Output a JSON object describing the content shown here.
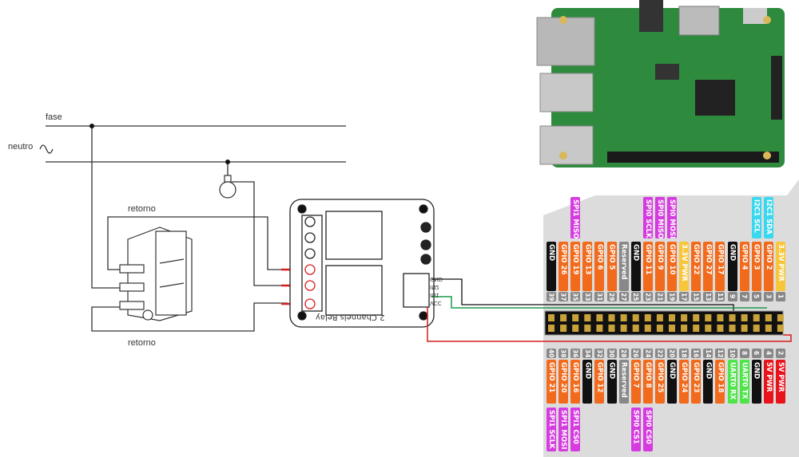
{
  "circuit": {
    "fase_label": "fase",
    "neutro_label": "neutro",
    "retorno_top_label": "retorno",
    "retorno_bottom_label": "retorno"
  },
  "relay": {
    "title": "2 Channels Relay",
    "pins": [
      "GND",
      "IN2",
      "IN1",
      "VCC"
    ]
  },
  "wire_colors": {
    "gnd": "#111111",
    "signal": "#1a9a4a",
    "vcc": "#d61f1f"
  },
  "pin_colors": {
    "gpio": "#f26a1b",
    "gnd": "#111111",
    "reserved": "#888888",
    "3v3": "#f8c63a",
    "5v": "#e8141b",
    "uart": "#4ee44a",
    "spi": "#d63be0",
    "i2c": "#3ad8ef"
  },
  "header_top": [
    {
      "num": "39",
      "label": "GND",
      "type": "gnd"
    },
    {
      "num": "37",
      "label": "GPIO 26",
      "type": "gpio"
    },
    {
      "num": "35",
      "label": "GPIO 19",
      "type": "gpio",
      "alt": "SPI1 MISO",
      "alt_type": "spi"
    },
    {
      "num": "33",
      "label": "GPIO 13",
      "type": "gpio"
    },
    {
      "num": "31",
      "label": "GPIO 6",
      "type": "gpio"
    },
    {
      "num": "29",
      "label": "GPIO 5",
      "type": "gpio"
    },
    {
      "num": "27",
      "label": "Reserved",
      "type": "reserved"
    },
    {
      "num": "25",
      "label": "GND",
      "type": "gnd"
    },
    {
      "num": "23",
      "label": "GPIO 11",
      "type": "gpio",
      "alt": "SPI0 SCLK",
      "alt_type": "spi"
    },
    {
      "num": "21",
      "label": "GPIO 9",
      "type": "gpio",
      "alt": "SPI0 MISO",
      "alt_type": "spi"
    },
    {
      "num": "19",
      "label": "GPIO 10",
      "type": "gpio",
      "alt": "SPI0 MOSI",
      "alt_type": "spi"
    },
    {
      "num": "17",
      "label": "3.3V PWR",
      "type": "3v3"
    },
    {
      "num": "15",
      "label": "GPIO 22",
      "type": "gpio"
    },
    {
      "num": "13",
      "label": "GPIO 27",
      "type": "gpio"
    },
    {
      "num": "11",
      "label": "GPIO 17",
      "type": "gpio"
    },
    {
      "num": "9",
      "label": "GND",
      "type": "gnd"
    },
    {
      "num": "7",
      "label": "GPIO 4",
      "type": "gpio"
    },
    {
      "num": "5",
      "label": "GPIO 3",
      "type": "gpio",
      "alt": "I2C1 SCL",
      "alt_type": "i2c"
    },
    {
      "num": "3",
      "label": "GPIO 2",
      "type": "gpio",
      "alt": "I2C1 SDA",
      "alt_type": "i2c"
    },
    {
      "num": "1",
      "label": "3.3V PWR",
      "type": "3v3"
    }
  ],
  "header_bottom": [
    {
      "num": "40",
      "label": "GPIO 21",
      "type": "gpio",
      "alt": "SPI1 SCLK",
      "alt_type": "spi"
    },
    {
      "num": "38",
      "label": "GPIO 20",
      "type": "gpio",
      "alt": "SPI1 MOSI",
      "alt_type": "spi"
    },
    {
      "num": "36",
      "label": "GPIO 16",
      "type": "gpio",
      "alt": "SPI1 CS0",
      "alt_type": "spi"
    },
    {
      "num": "34",
      "label": "GND",
      "type": "gnd"
    },
    {
      "num": "32",
      "label": "GPIO 12",
      "type": "gpio"
    },
    {
      "num": "30",
      "label": "GND",
      "type": "gnd"
    },
    {
      "num": "28",
      "label": "Reserved",
      "type": "reserved"
    },
    {
      "num": "26",
      "label": "GPIO 7",
      "type": "gpio",
      "alt": "SPI0 CS1",
      "alt_type": "spi"
    },
    {
      "num": "24",
      "label": "GPIO 8",
      "type": "gpio",
      "alt": "SPI0 CS0",
      "alt_type": "spi"
    },
    {
      "num": "22",
      "label": "GPIO 25",
      "type": "gpio"
    },
    {
      "num": "20",
      "label": "GND",
      "type": "gnd"
    },
    {
      "num": "18",
      "label": "GPIO 24",
      "type": "gpio"
    },
    {
      "num": "16",
      "label": "GPIO 23",
      "type": "gpio"
    },
    {
      "num": "14",
      "label": "GND",
      "type": "gnd"
    },
    {
      "num": "12",
      "label": "GPIO 18",
      "type": "gpio"
    },
    {
      "num": "10",
      "label": "UART0 RX",
      "type": "uart"
    },
    {
      "num": "8",
      "label": "UART0 TX",
      "type": "uart"
    },
    {
      "num": "6",
      "label": "GND",
      "type": "gnd"
    },
    {
      "num": "4",
      "label": "5V PWR",
      "type": "5v"
    },
    {
      "num": "2",
      "label": "5V PWR",
      "type": "5v"
    }
  ]
}
